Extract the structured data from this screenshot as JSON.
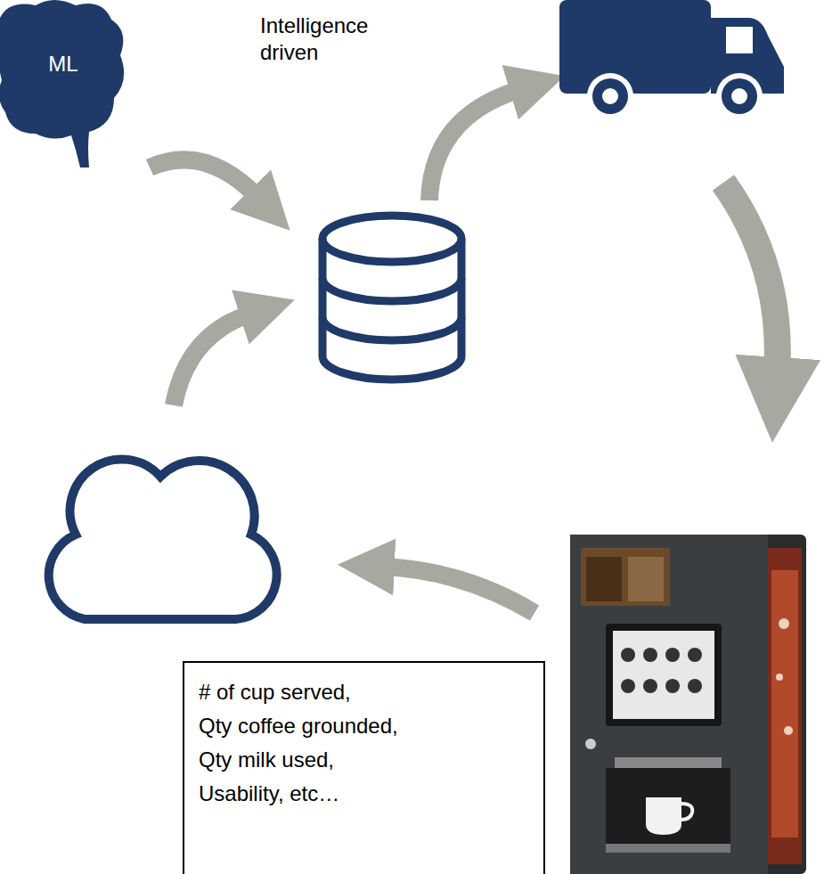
{
  "diagram": {
    "nodes": [
      {
        "text": [
          "ML"
        ]
      },
      {
        "text": [
          "# of cup served,",
          "Qty coffee grounded,",
          "Qty milk used,",
          "Usability, etc…"
        ]
      }
    ],
    "labels": [
      "Intelligence driven"
    ]
  }
}
